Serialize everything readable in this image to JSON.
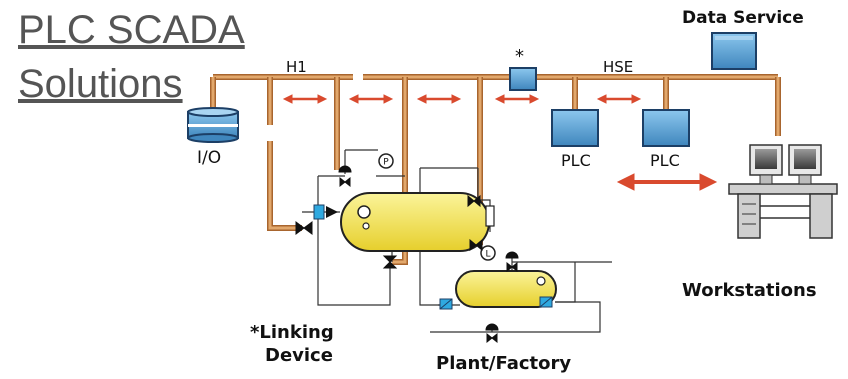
{
  "title": {
    "line1": "PLC SCADA",
    "line2": "Solutions"
  },
  "labels": {
    "data_service": "Data Service",
    "h1": "H1",
    "hse": "HSE",
    "star": "*",
    "io": "I/O",
    "plc_left": "PLC",
    "plc_right": "PLC",
    "workstations": "Workstations",
    "linking_device_line1": "*Linking",
    "linking_device_line2": "Device",
    "plant_factory": "Plant/Factory",
    "pressure_symbol": "P",
    "level_symbol": "L"
  },
  "colors": {
    "cable": "#d2955a",
    "cable_edge": "#a8652e",
    "device_blue": "#5fa7d6",
    "device_edge": "#1c3f66",
    "tank_fill": "#f3e45a",
    "tank_edge": "#222222",
    "arrow_red": "#d94a2e",
    "title_gray": "#555555"
  }
}
